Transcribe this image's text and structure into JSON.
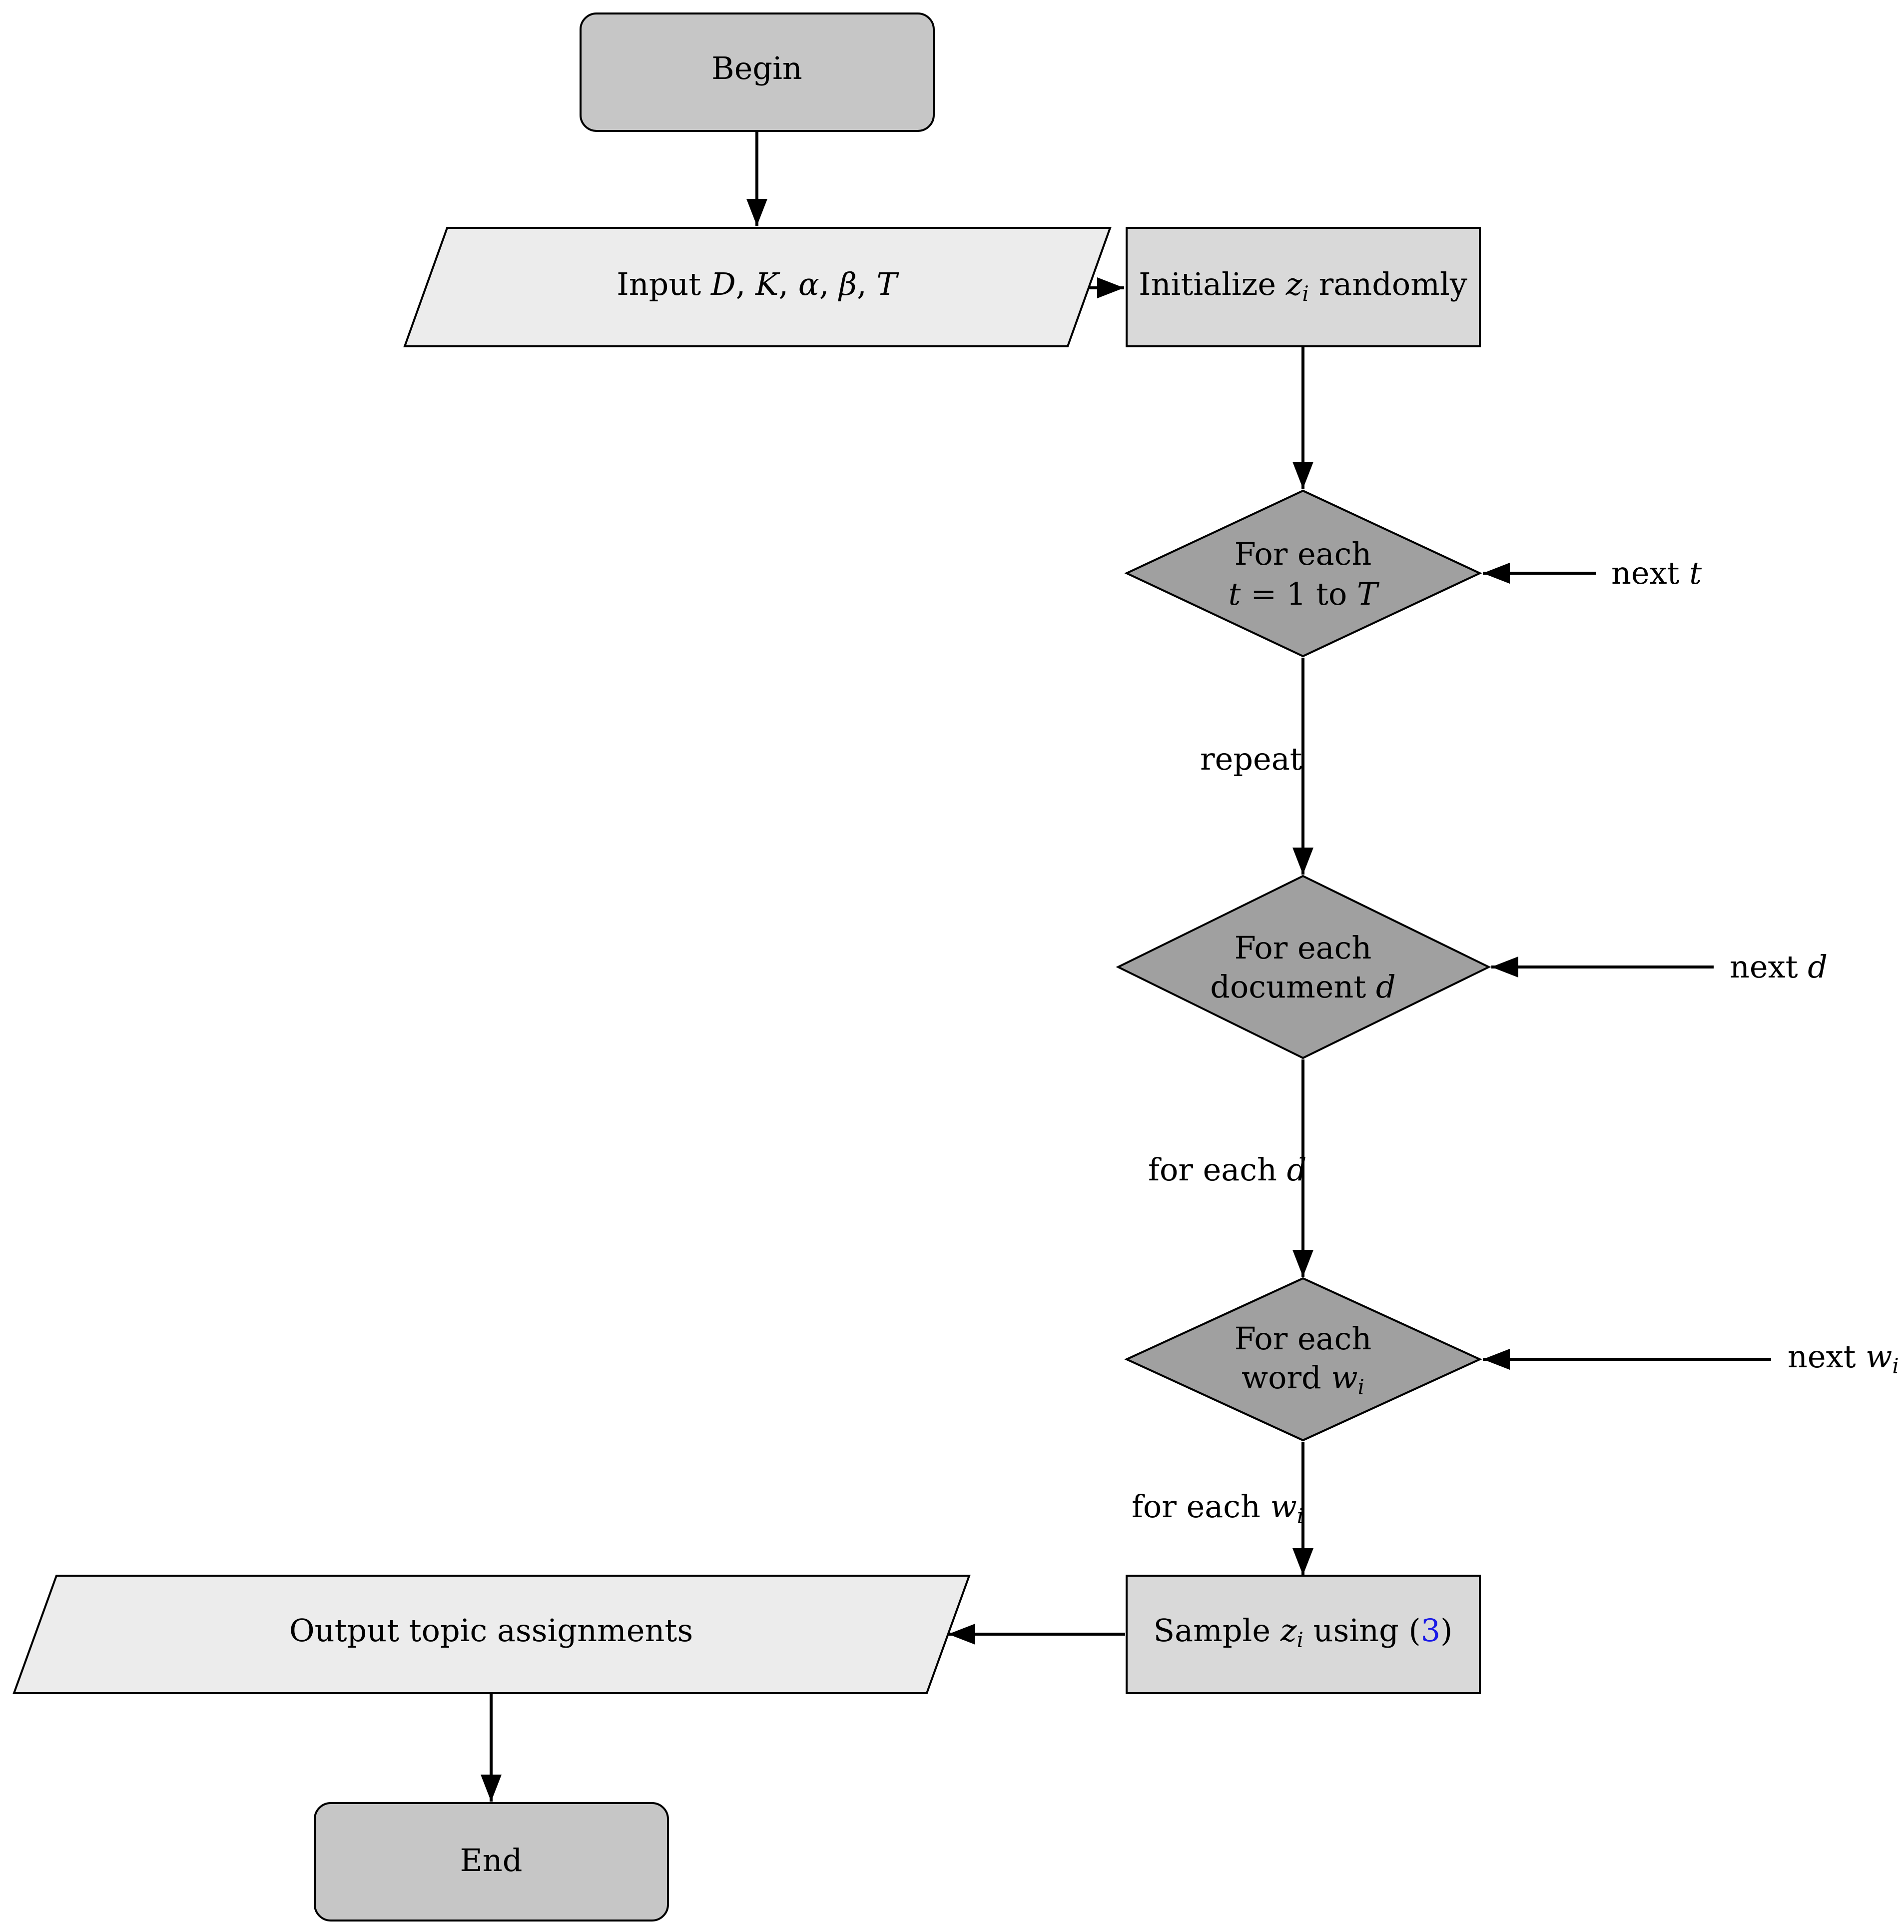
{
  "diagram": {
    "nodes": {
      "begin": {
        "label": "Begin"
      },
      "input": {
        "label": "Input",
        "vars": [
          "D",
          "K",
          "α",
          "β",
          "T"
        ]
      },
      "init": {
        "text1": "Initialize",
        "var": "z",
        "sub": "i",
        "text2": "randomly"
      },
      "loop_t": {
        "line1": "For each",
        "line2_var": "t",
        "line2_rest": "= 1 to",
        "line2_end": "T"
      },
      "loop_d": {
        "line1": "For each",
        "line2_text": "document",
        "line2_var": "d"
      },
      "loop_w": {
        "line1": "For each",
        "line2_text": "word",
        "line2_var": "w",
        "line2_sub": "i"
      },
      "sample": {
        "text1": "Sample",
        "var": "z",
        "sub": "i",
        "text2": "using (",
        "ref": "3",
        "text3": ")"
      },
      "output": {
        "label": "Output topic assignments"
      },
      "end": {
        "label": "End"
      }
    },
    "edge_labels": {
      "repeat": "repeat",
      "for_each_d": {
        "text": "for each",
        "var": "d"
      },
      "for_each_w": {
        "text": "for each",
        "var": "w",
        "sub": "i"
      },
      "next_t": {
        "text": "next",
        "var": "t"
      },
      "next_d": {
        "text": "next",
        "var": "d"
      },
      "next_w": {
        "text": "next",
        "var": "w",
        "sub": "i"
      }
    },
    "colors": {
      "terminal": "#c6c6c6",
      "io": "#ececec",
      "process": "#d9d9d9",
      "decision": "#a0a0a0",
      "stroke": "#000000",
      "ref_link": "#1a1ae6"
    }
  }
}
